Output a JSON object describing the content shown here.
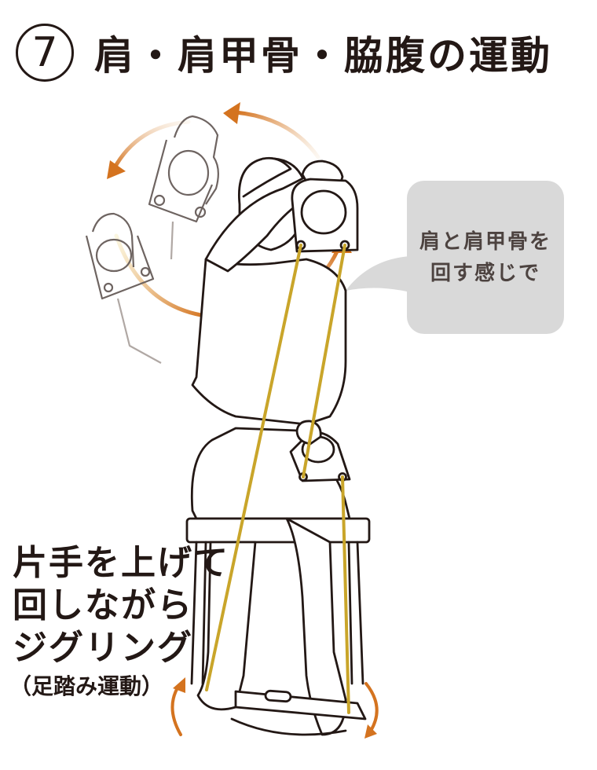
{
  "title": {
    "number": "7",
    "text": "肩・肩甲骨・脇腹の運動"
  },
  "bubble": {
    "lines": [
      "肩と肩甲骨を",
      "回す感じで"
    ]
  },
  "caption": {
    "lines": [
      "片手を上げて",
      "回しながら",
      "ジグリング"
    ],
    "sub": "（足踏み運動）"
  },
  "colors": {
    "line": "#231815",
    "faded_line": "#8a807c",
    "arrow": "#d4731f",
    "band": "#c9a52a",
    "bubble_bg": "#d9d9d9",
    "bubble_text": "#4d4340"
  }
}
